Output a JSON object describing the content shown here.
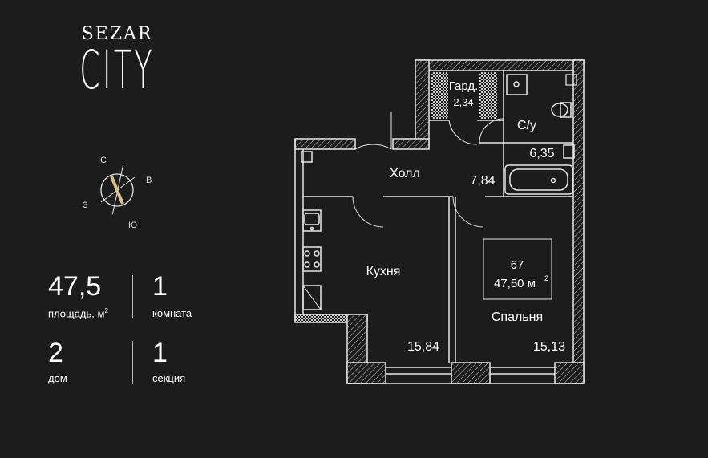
{
  "brand": {
    "line1": "SEZAR",
    "line2": "CITY"
  },
  "compass": {
    "north": "С",
    "east": "В",
    "west": "З",
    "south": "Ю"
  },
  "stats": [
    {
      "value": "47,5",
      "label": "площадь, м",
      "sup": "2"
    },
    {
      "value": "1",
      "label": "комната"
    },
    {
      "value": "2",
      "label": "дом"
    },
    {
      "value": "1",
      "label": "секция"
    }
  ],
  "plan": {
    "rooms": {
      "wardrobe": {
        "name": "Гард.",
        "area": "2,34"
      },
      "bathroom": {
        "name": "С/у",
        "area": "6,35"
      },
      "hall": {
        "name": "Холл",
        "area": "7,84"
      },
      "kitchen": {
        "name": "Кухня",
        "area": "15,84"
      },
      "bedroom": {
        "name": "Спальня",
        "area": "15,13"
      }
    },
    "apartment": {
      "number": "67",
      "area": "47,50 м",
      "sup": "2"
    }
  }
}
